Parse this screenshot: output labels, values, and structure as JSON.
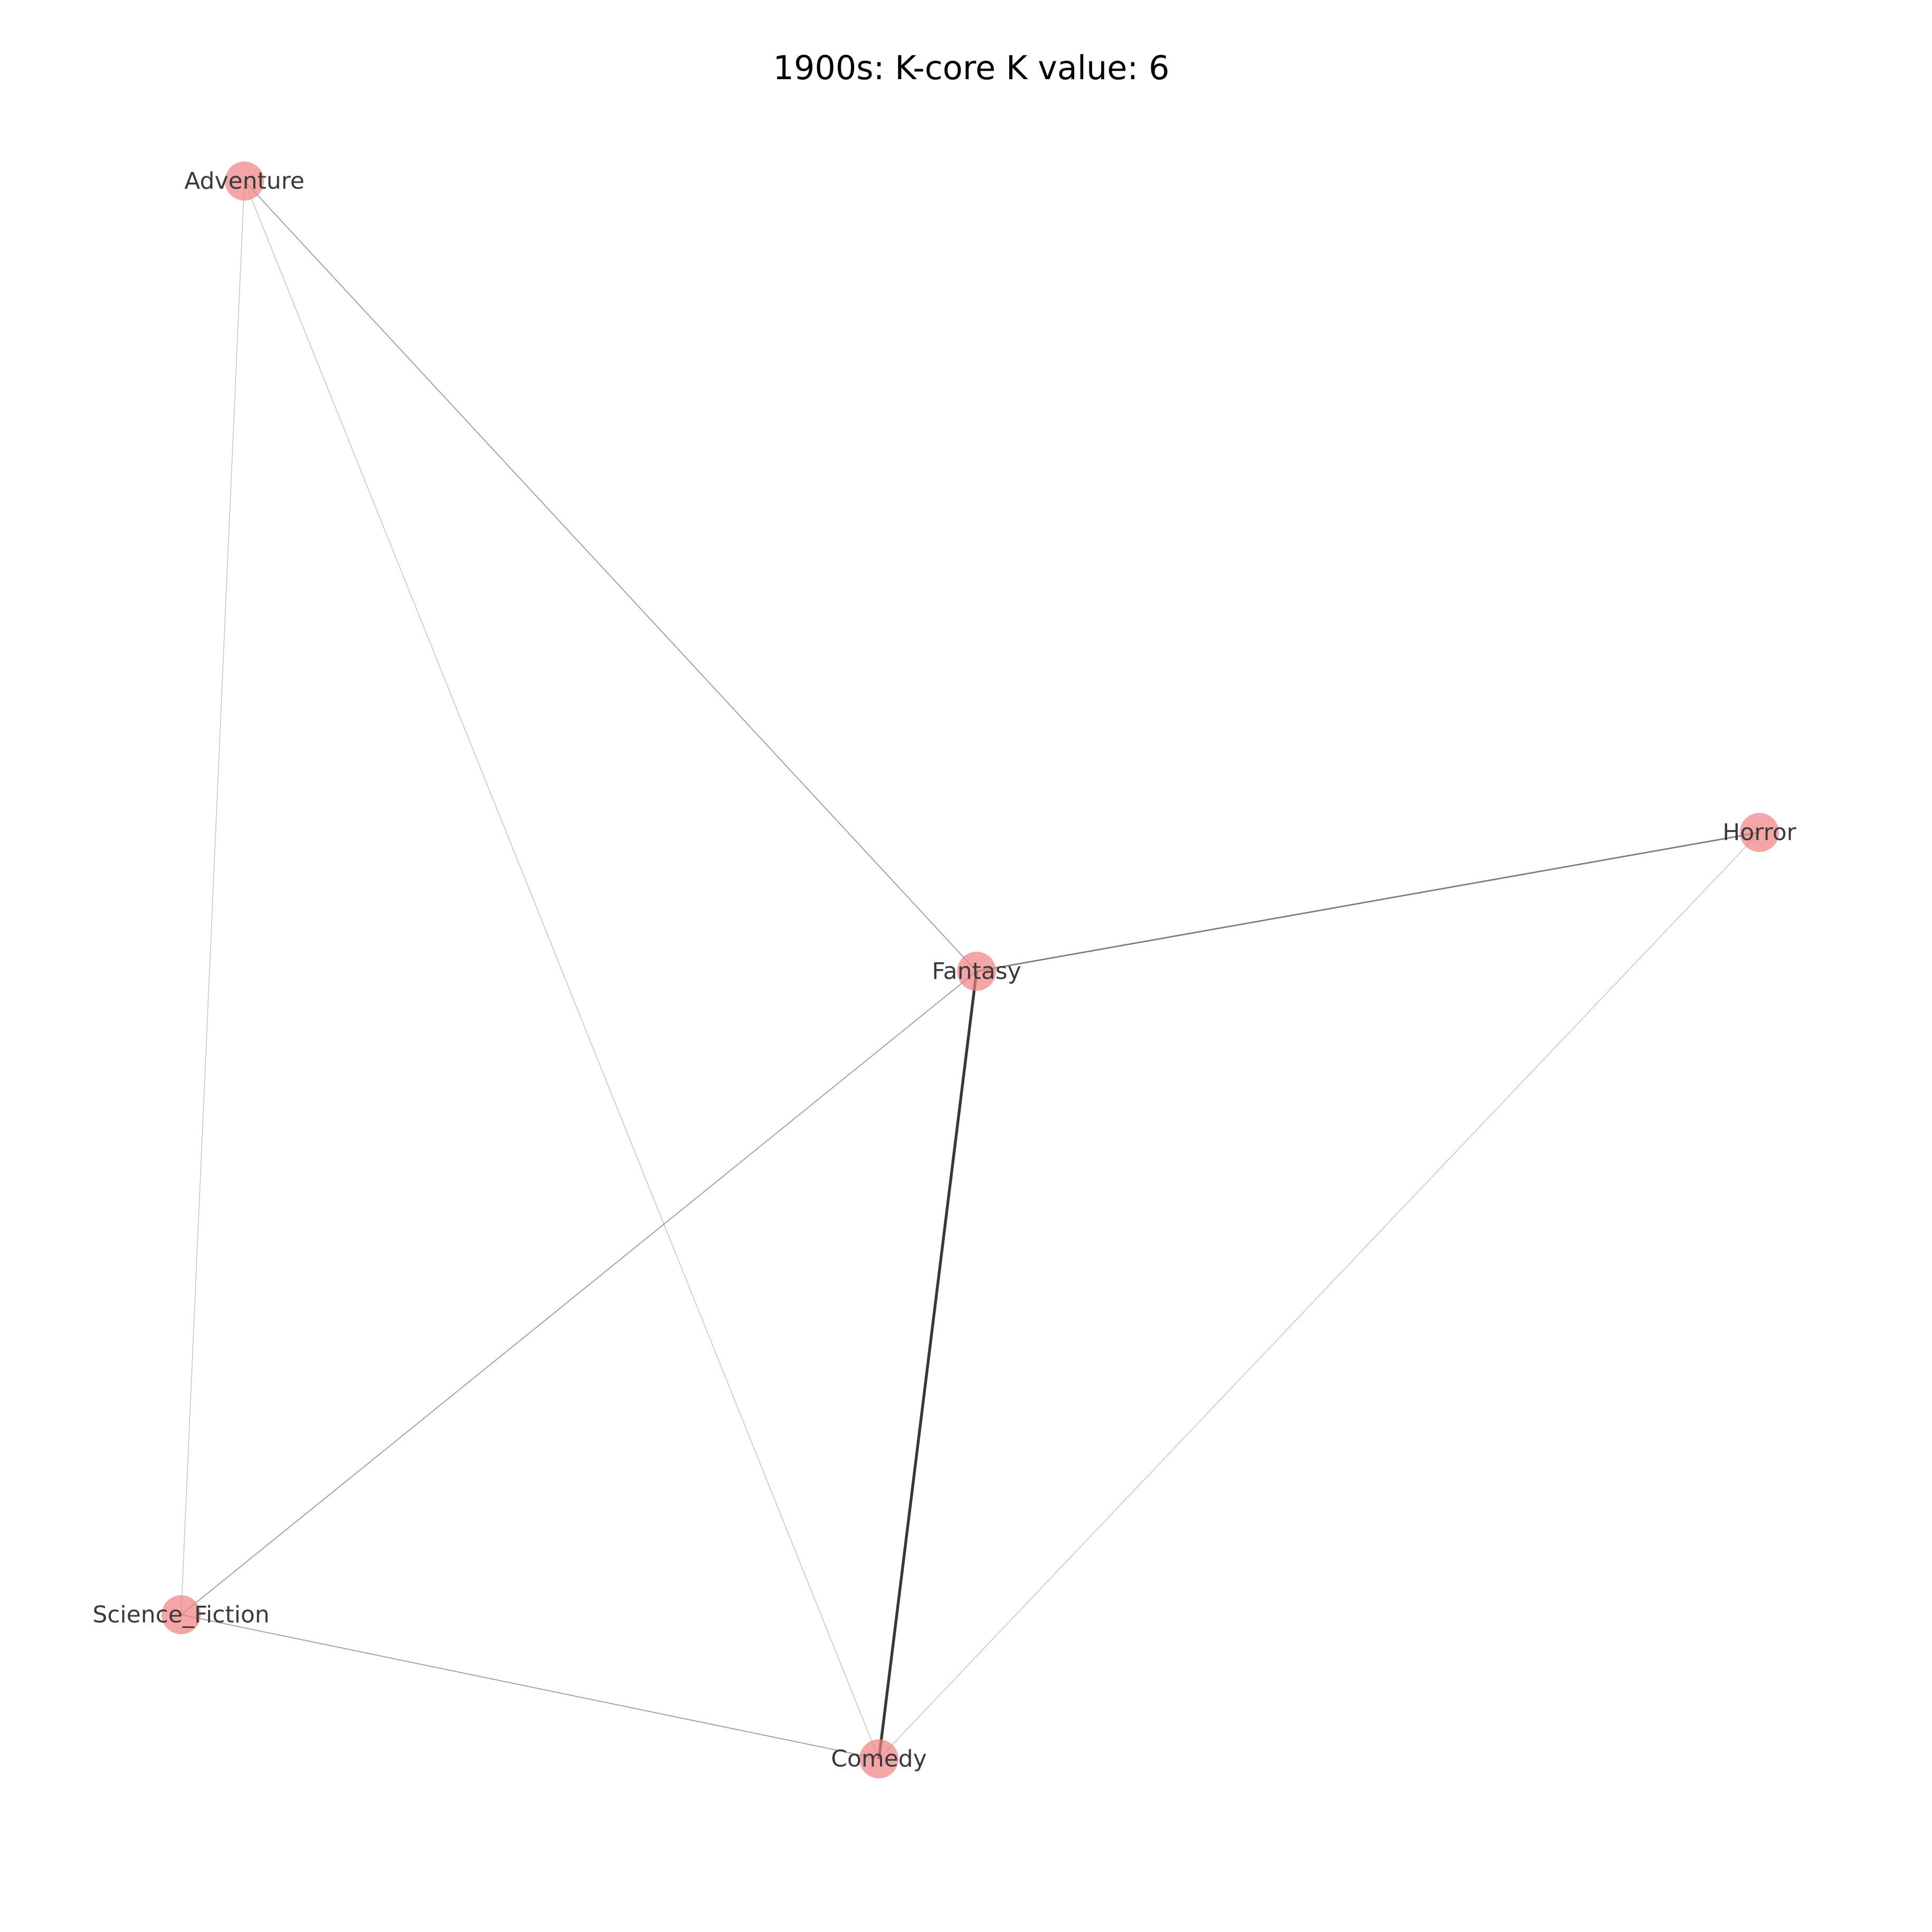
{
  "title": "1900s: K-core K value: 6",
  "colors": {
    "node_fill": "#f08080",
    "edge": "#000000",
    "label": "#3a3a3a"
  },
  "nodes": [
    {
      "id": "Adventure",
      "label": "Adventure"
    },
    {
      "id": "Horror",
      "label": "Horror"
    },
    {
      "id": "Fantasy",
      "label": "Fantasy"
    },
    {
      "id": "Science_Fiction",
      "label": "Science_Fiction"
    },
    {
      "id": "Comedy",
      "label": "Comedy"
    }
  ],
  "edges": [
    {
      "source": "Adventure",
      "target": "Fantasy",
      "weight": 2
    },
    {
      "source": "Adventure",
      "target": "Comedy",
      "weight": 1
    },
    {
      "source": "Adventure",
      "target": "Science_Fiction",
      "weight": 1
    },
    {
      "source": "Fantasy",
      "target": "Horror",
      "weight": 3
    },
    {
      "source": "Fantasy",
      "target": "Comedy",
      "weight": 5
    },
    {
      "source": "Fantasy",
      "target": "Science_Fiction",
      "weight": 2
    },
    {
      "source": "Horror",
      "target": "Comedy",
      "weight": 1
    },
    {
      "source": "Science_Fiction",
      "target": "Comedy",
      "weight": 2
    }
  ]
}
